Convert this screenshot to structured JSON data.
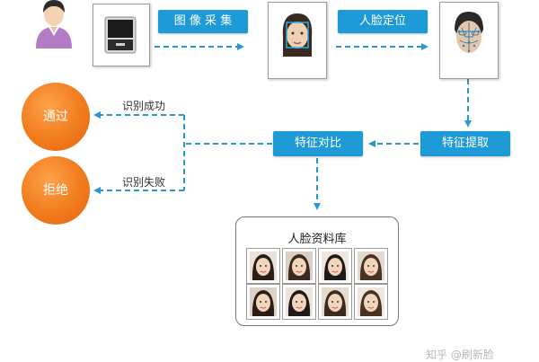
{
  "colors": {
    "accent_blue": "#1e9ad6",
    "arrow_blue": "#2c96d3",
    "decision_orange": "#f07c1d",
    "person_purple": "#b47cc4"
  },
  "icons": {
    "person": "user-avatar-icon",
    "scanner": "face-scanner-device-icon",
    "face_capture": "face-photo-icon",
    "face_locate": "face-landmark-icon"
  },
  "flow": {
    "capture_label": "图 像 采 集",
    "locate_label": "人脸定位",
    "extract_label": "特征提取",
    "compare_label": "特征对比",
    "pass_label": "通过",
    "reject_label": "拒绝",
    "success_label": "识别成功",
    "fail_label": "识别失败"
  },
  "database": {
    "title": "人脸资料库",
    "faces": [
      "face-1",
      "face-2",
      "face-3",
      "face-4",
      "face-5",
      "face-6",
      "face-7",
      "face-8"
    ]
  },
  "watermark": "知乎 @刷新脸"
}
